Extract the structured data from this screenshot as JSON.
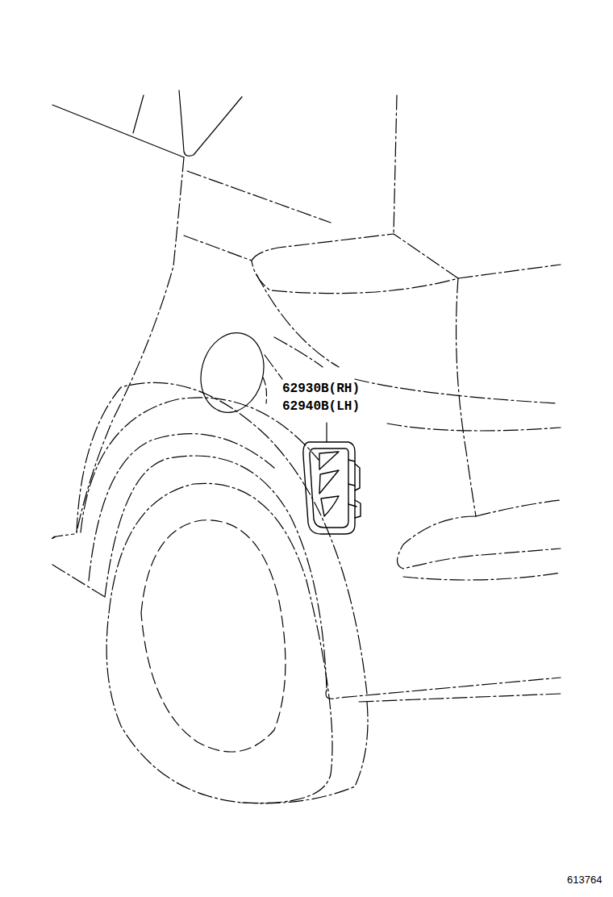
{
  "diagram": {
    "labels": [
      "62930B(RH)",
      "62940B(LH)",
      "613764"
    ]
  }
}
